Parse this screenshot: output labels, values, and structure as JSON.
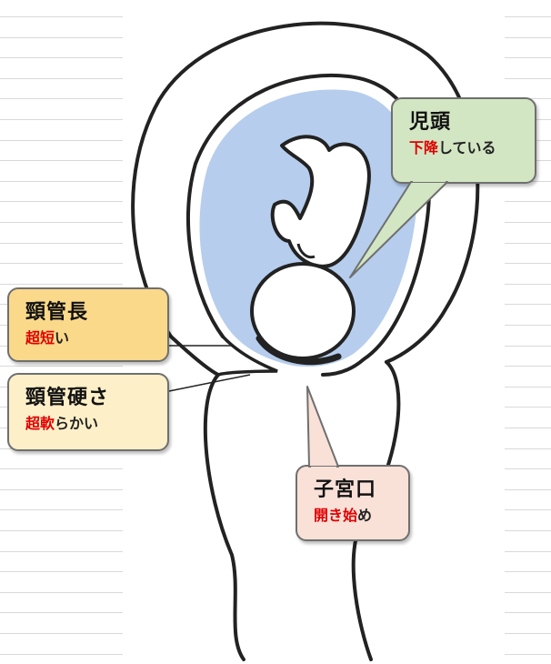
{
  "callouts": {
    "head": {
      "title": "児頭",
      "sub_red": "下降",
      "sub_rest": "している"
    },
    "length": {
      "title": "頸管長",
      "sub_red": "超短",
      "sub_rest": "い"
    },
    "hardness": {
      "title": "頸管硬さ",
      "sub_red": "超軟",
      "sub_rest": "らかい"
    },
    "os": {
      "title": "子宮口",
      "sub_red": "開き始",
      "sub_rest": "め"
    }
  },
  "colors": {
    "head_fill": "#d3e6c3",
    "length_fill": "#fbd98a",
    "hardness_fill": "#fdefc8",
    "os_fill": "#f9e1d8",
    "amniotic_blue": "#a9c4ea",
    "highlight_red": "#e00000"
  }
}
